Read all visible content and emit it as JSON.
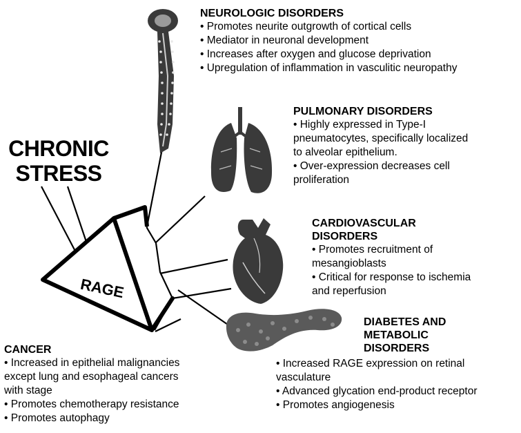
{
  "center": {
    "label": "RAGE"
  },
  "stress": {
    "line1": "CHRONIC",
    "line2": "STRESS"
  },
  "neurologic": {
    "title": "NEUROLOGIC DISORDERS",
    "items": [
      "• Promotes neurite outgrowth of cortical cells",
      "• Mediator in neuronal development",
      "• Increases after oxygen and glucose deprivation",
      "• Upregulation of inflammation in vasculitic neuropathy"
    ]
  },
  "pulmonary": {
    "title": "PULMONARY DISORDERS",
    "lines": [
      "• Highly expressed in Type-I",
      "pneumatocytes, specifically localized",
      "to alveolar epithelium.",
      "• Over-expression decreases cell",
      "proliferation"
    ]
  },
  "cardiovascular": {
    "title_line1": "CARDIOVASCULAR",
    "title_line2": "DISORDERS",
    "lines": [
      "• Promotes recruitment  of",
      "mesangioblasts",
      "• Critical for response to ischemia",
      "and reperfusion"
    ]
  },
  "diabetes": {
    "title_line1": "DIABETES AND",
    "title_line2": "METABOLIC",
    "title_line3": "DISORDERS",
    "lines": [
      "• Increased RAGE expression on retinal",
      "vasculature",
      "• Advanced glycation end-product receptor",
      "• Promotes angiogenesis"
    ]
  },
  "cancer": {
    "title": "CANCER",
    "lines": [
      "• Increased in epithelial malignancies",
      "except lung and esophageal cancers",
      "with stage",
      "• Promotes chemotherapy resistance",
      "• Promotes autophagy"
    ]
  },
  "icons": [
    "spinal-cord-icon",
    "lungs-icon",
    "heart-icon",
    "pancreas-icon"
  ],
  "colors": {
    "ink": "#000000",
    "organ_fill": "#3a3a3a",
    "background": "#ffffff"
  }
}
